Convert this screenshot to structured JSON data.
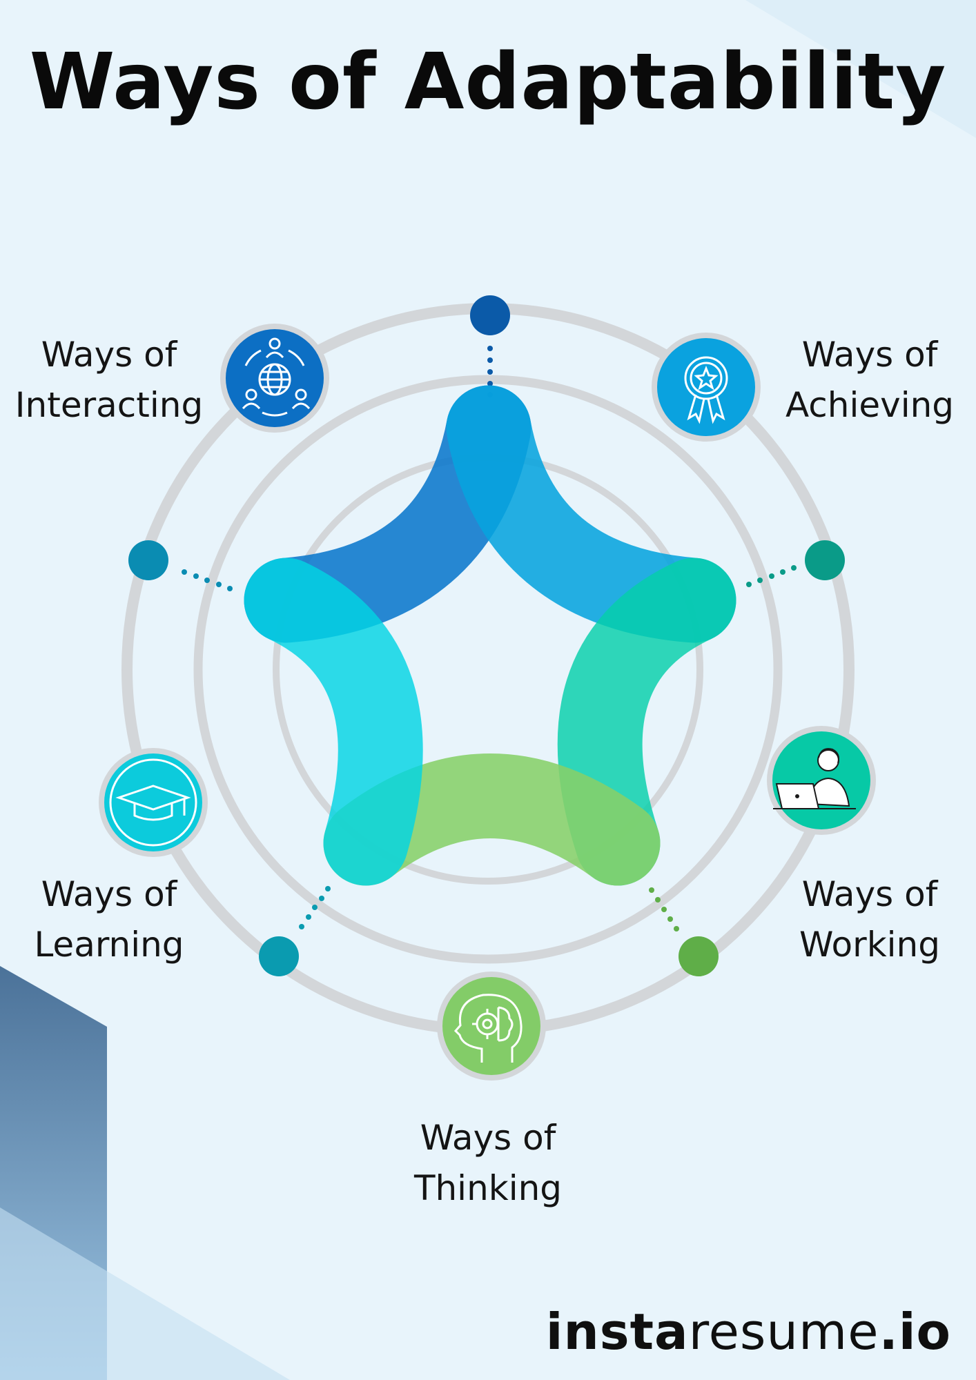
{
  "title": "Ways of Adaptability",
  "nodes": [
    {
      "id": "interacting",
      "line1": "Ways of",
      "line2": "Interacting",
      "icon": "network-people-globe-icon",
      "color": "#0c6fc4"
    },
    {
      "id": "achieving",
      "line1": "Ways of",
      "line2": "Achieving",
      "icon": "award-badge-icon",
      "color": "#0aa2df"
    },
    {
      "id": "working",
      "line1": "Ways of",
      "line2": "Working",
      "icon": "person-laptop-icon",
      "color": "#07c9a6"
    },
    {
      "id": "thinking",
      "line1": "Ways of",
      "line2": "Thinking",
      "icon": "head-brain-gear-icon",
      "color": "#83cc68"
    },
    {
      "id": "learning",
      "line1": "Ways of",
      "line2": "Learning",
      "icon": "graduation-cap-icon",
      "color": "#0ccbdc"
    }
  ],
  "brand": {
    "part1": "insta",
    "part2": "resume",
    "part3": ".io"
  },
  "colors": {
    "background": "#e8f4fb",
    "ring": "#d3d6d9",
    "corner_shape": "#4f79a3"
  }
}
